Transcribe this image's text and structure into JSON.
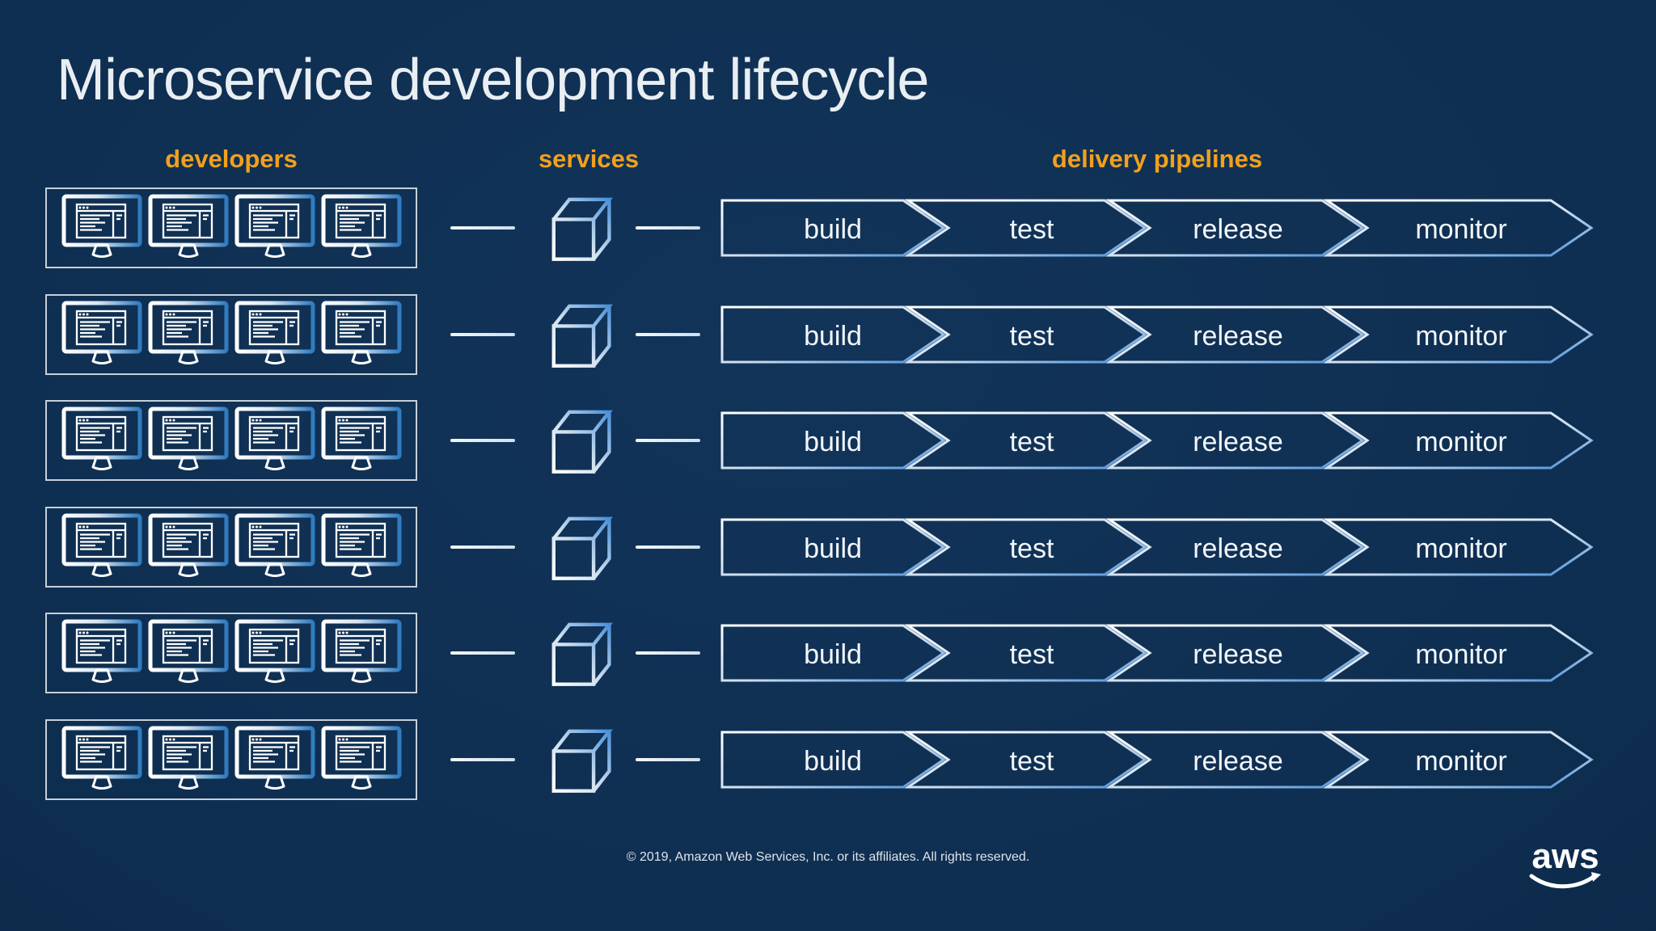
{
  "title": "Microservice development lifecycle",
  "column_headers": [
    {
      "id": "developers",
      "label": "developers"
    },
    {
      "id": "services",
      "label": "services"
    },
    {
      "id": "delivery-pipelines",
      "label": "delivery pipelines"
    }
  ],
  "rows": [
    {
      "workstation_count": 4,
      "service_icon": "cube-icon",
      "pipeline_stages": [
        "build",
        "test",
        "release",
        "monitor"
      ]
    },
    {
      "workstation_count": 4,
      "service_icon": "cube-icon",
      "pipeline_stages": [
        "build",
        "test",
        "release",
        "monitor"
      ]
    },
    {
      "workstation_count": 4,
      "service_icon": "cube-icon",
      "pipeline_stages": [
        "build",
        "test",
        "release",
        "monitor"
      ]
    },
    {
      "workstation_count": 4,
      "service_icon": "cube-icon",
      "pipeline_stages": [
        "build",
        "test",
        "release",
        "monitor"
      ]
    },
    {
      "workstation_count": 4,
      "service_icon": "cube-icon",
      "pipeline_stages": [
        "build",
        "test",
        "release",
        "monitor"
      ]
    },
    {
      "workstation_count": 4,
      "service_icon": "cube-icon",
      "pipeline_stages": [
        "build",
        "test",
        "release",
        "monitor"
      ]
    }
  ],
  "footer": {
    "copyright": "© 2019, Amazon Web Services, Inc. or its affiliates. All rights reserved."
  },
  "logo": {
    "text": "aws",
    "icon": "aws-smile-icon"
  },
  "colors": {
    "background": "#0e2e50",
    "heading_orange": "#f2a01d",
    "icon_blue": "#4a90d9",
    "line_white": "#eef3f7",
    "box_border": "#c6d0d9"
  },
  "icons": {
    "workstation": "workstation-monitor-icon",
    "service": "cube-icon",
    "connector": "connector-line"
  },
  "layout_hints": {
    "row_top_start": 232,
    "row_pitch": 131.6
  }
}
